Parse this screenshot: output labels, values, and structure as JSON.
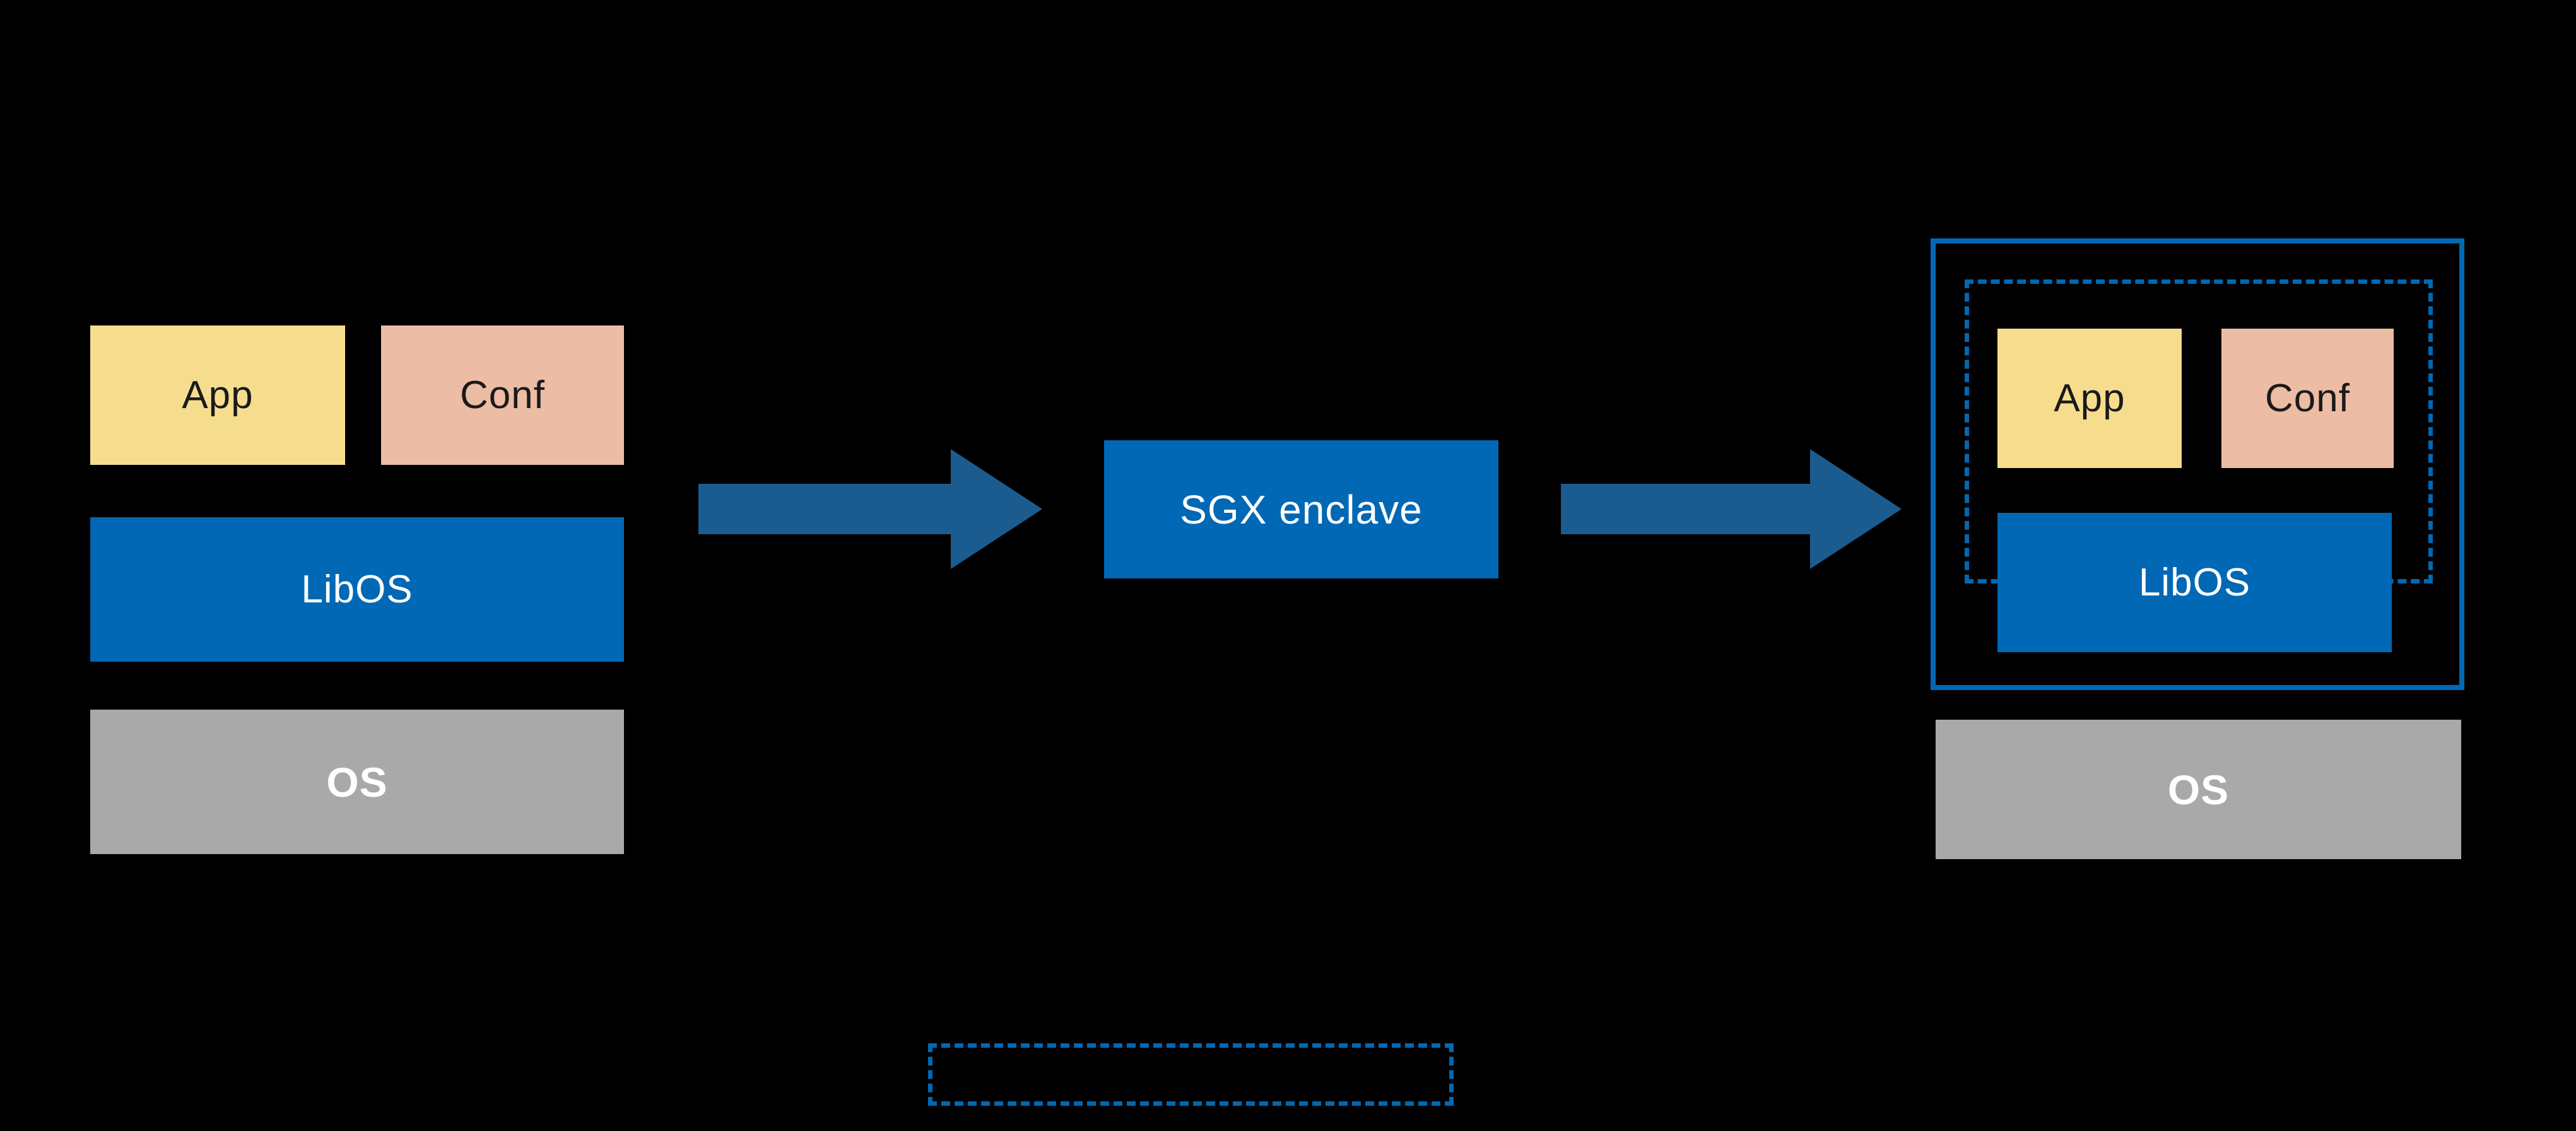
{
  "colors": {
    "background": "#000000",
    "app_fill": "#F6DD8E",
    "conf_fill": "#ECBCA4",
    "blue_fill": "#0068B5",
    "gray_fill": "#A9A9A9",
    "arrow": "#1B5C90",
    "enclave_border": "#0068B5",
    "dashed_border": "#0068B5",
    "dark_text": "#1A1A1A",
    "light_text": "#FFFFFF"
  },
  "diagram": {
    "host_stack": {
      "app_label": "App",
      "conf_label": "Conf",
      "libos_label": "LibOS",
      "os_label": "OS"
    },
    "sgx_enclave_label": "SGX enclave",
    "enclave_stack": {
      "app_label": "App",
      "conf_label": "Conf",
      "libos_label": "LibOS",
      "os_label": "OS"
    },
    "legend": {
      "dashed_box_label": ""
    }
  }
}
